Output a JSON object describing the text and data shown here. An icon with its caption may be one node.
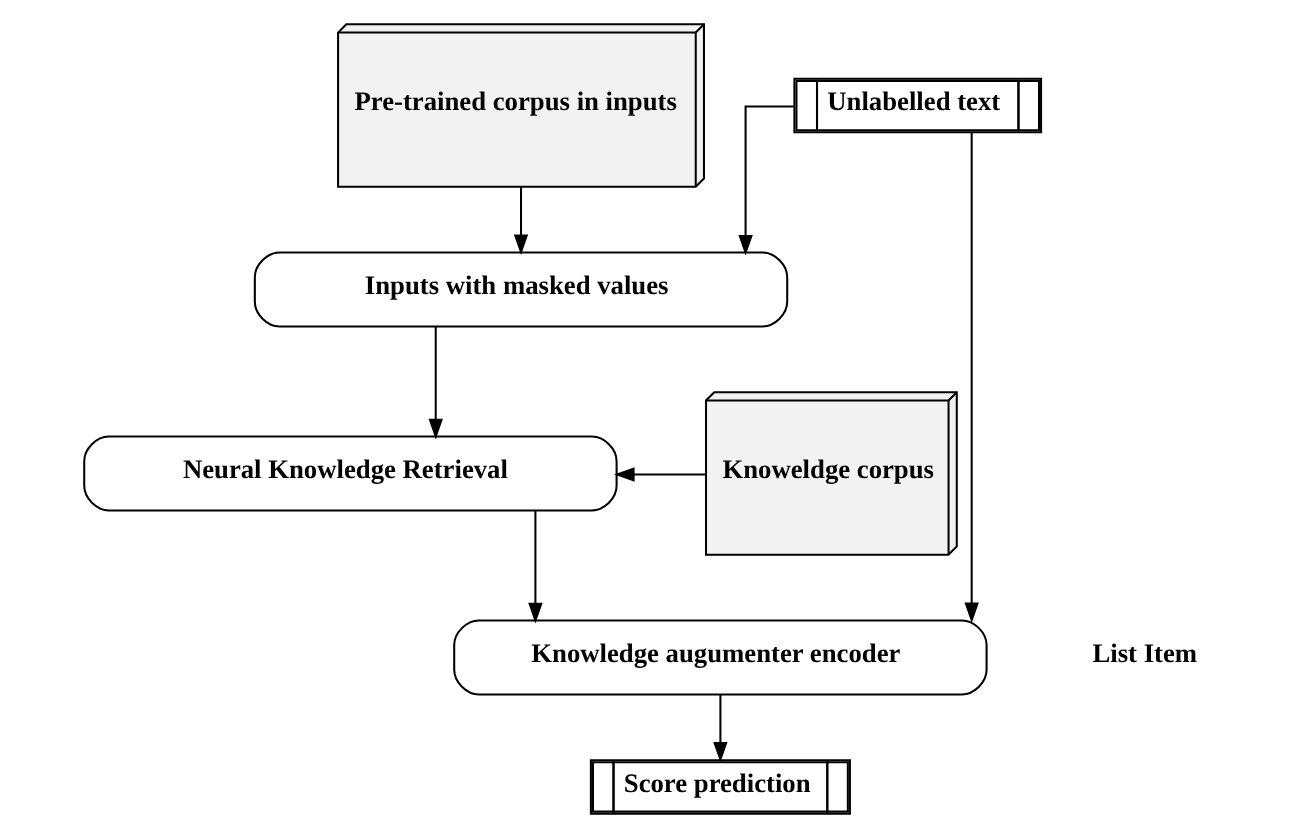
{
  "diagram": {
    "nodes": [
      {
        "text": [
          "Unlabelled text"
        ]
      },
      {
        "text": [
          "Pre-trained corpus in inputs"
        ]
      },
      {
        "text": [
          "Inputs with masked values"
        ]
      },
      {
        "text": [
          "Neural Knowledge Retrieval"
        ]
      },
      {
        "text": [
          "Knowledge augumenter encoder"
        ]
      },
      {
        "text": [
          "Knoweldge corpus"
        ]
      },
      {
        "text": [
          "Score prediction"
        ]
      }
    ],
    "edges": [
      {
        "from": 0,
        "to": 2,
        "arrow": "to"
      },
      {
        "from": 1,
        "to": 2,
        "arrow": "to"
      },
      {
        "from": 2,
        "to": 3,
        "arrow": "to"
      },
      {
        "from": 5,
        "to": 3,
        "arrow": "to"
      },
      {
        "from": 3,
        "to": 4,
        "arrow": "to"
      },
      {
        "from": 0,
        "to": 4,
        "arrow": "to"
      },
      {
        "from": 4,
        "to": 6,
        "arrow": "to"
      }
    ],
    "labels": [
      "List Item"
    ]
  }
}
